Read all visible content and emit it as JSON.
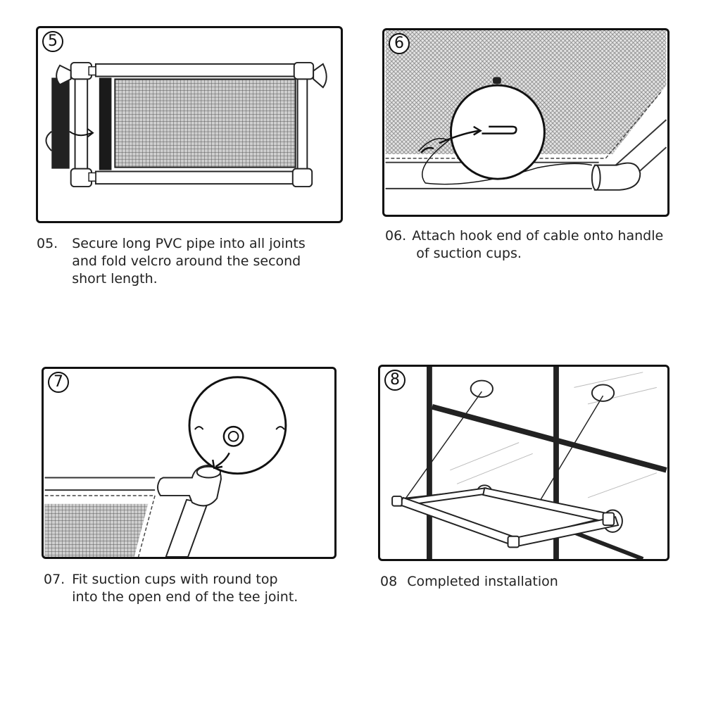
{
  "steps": [
    {
      "badge": "5",
      "number": "05.",
      "lines": [
        "Secure long PVC pipe into all joints",
        "and fold velcro around the second",
        "short length."
      ]
    },
    {
      "badge": "6",
      "number": "06.",
      "lines": [
        "Attach hook end of cable onto handle",
        "of suction cups."
      ]
    },
    {
      "badge": "7",
      "number": "07.",
      "lines": [
        "Fit suction cups with round top",
        "into the open end of the tee joint."
      ]
    },
    {
      "badge": "8",
      "number": "08",
      "lines": [
        "Completed installation"
      ]
    }
  ]
}
